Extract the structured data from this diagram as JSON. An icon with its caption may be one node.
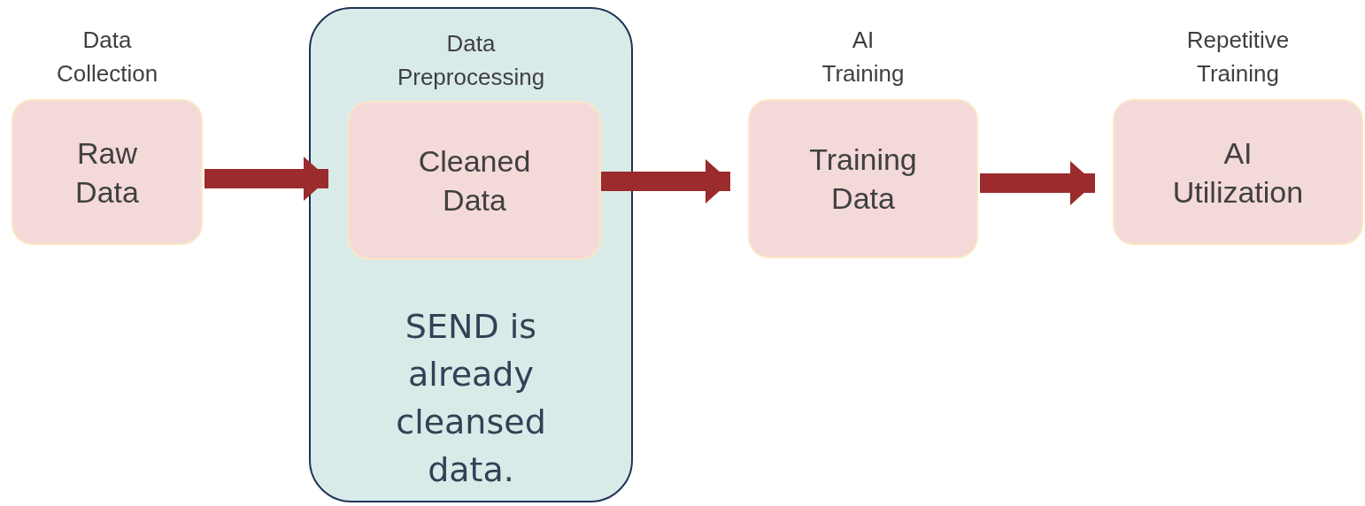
{
  "diagram": {
    "nodes": [
      {
        "text": [
          "Raw Data"
        ],
        "beside": [
          "Data Collection"
        ]
      },
      {
        "text": [
          "Data Preprocessing",
          "SEND is already cleansed data."
        ]
      },
      {
        "text": [
          "Cleaned Data"
        ],
        "in": 1
      },
      {
        "text": [
          "Training Data"
        ],
        "beside": [
          "AI Training"
        ]
      },
      {
        "text": [
          "AI Utilization"
        ],
        "beside": [
          "Repetitive Training"
        ]
      }
    ],
    "edges": [
      {
        "from": 0,
        "to": 2,
        "arrow": "to"
      },
      {
        "from": 2,
        "to": 3,
        "arrow": "to"
      },
      {
        "from": 3,
        "to": 4,
        "arrow": "to"
      }
    ]
  }
}
